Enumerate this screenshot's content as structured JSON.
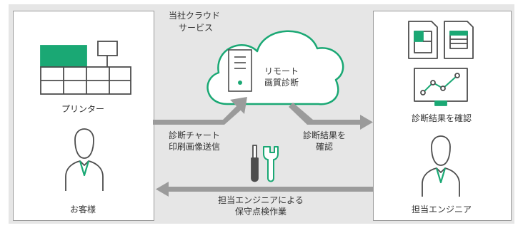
{
  "cloud": {
    "label_line1": "当社クラウド",
    "label_line2": "サービス",
    "service_line1": "リモート",
    "service_line2": "画質診断"
  },
  "left": {
    "printer_label": "プリンター",
    "customer_label": "お客様"
  },
  "right": {
    "result_label": "診断結果を確認",
    "engineer_label": "担当エンジニア"
  },
  "arrows": {
    "send_line1": "診断チャート",
    "send_line2": "印刷画像送信",
    "confirm_line1": "診断結果を",
    "confirm_line2": "確認",
    "maintenance_line1": "担当エンジニアによる",
    "maintenance_line2": "保守点検作業"
  },
  "colors": {
    "accent": "#1aa874",
    "line": "#4d4d4d",
    "arrow": "#9b9b9b"
  }
}
